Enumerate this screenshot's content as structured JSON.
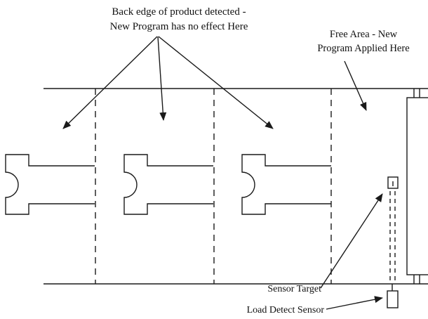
{
  "labels": {
    "back_edge_line1": "Back edge of product detected -",
    "back_edge_line2": "New Program has no effect Here",
    "free_area_line1": "Free Area - New",
    "free_area_line2": "Program Applied Here",
    "sensor_target": "Sensor Target",
    "load_detect_sensor": "Load Detect Sensor"
  },
  "colors": {
    "line": "#1a1a1a",
    "background": "#ffffff"
  }
}
